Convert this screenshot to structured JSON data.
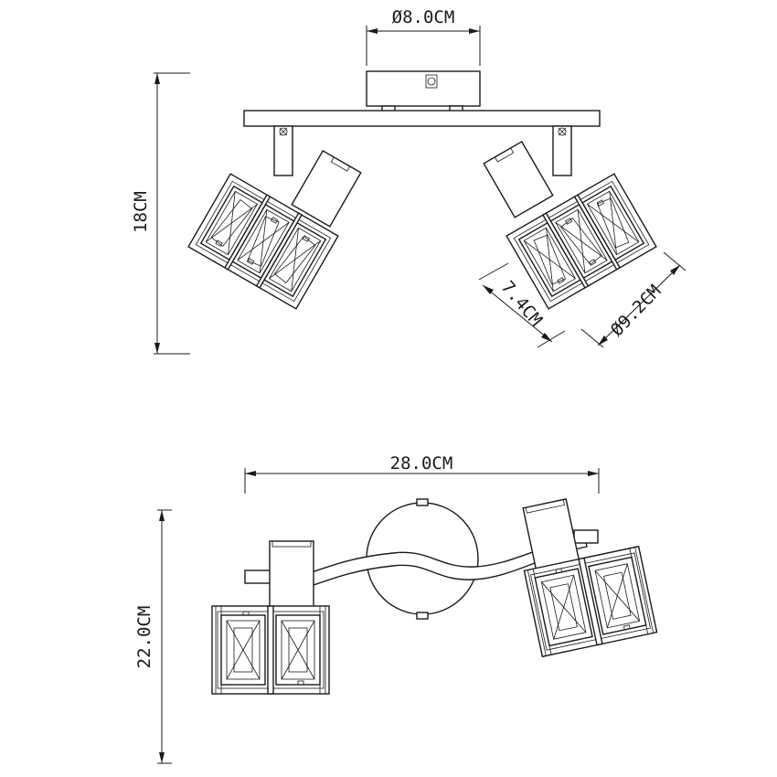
{
  "dimensions": {
    "base_diameter": "Ø8.0CM",
    "height": "18CM",
    "shade_height": "7.4CM",
    "shade_diameter": "Ø9.2CM",
    "width": "28.0CM",
    "depth": "22.0CM"
  }
}
